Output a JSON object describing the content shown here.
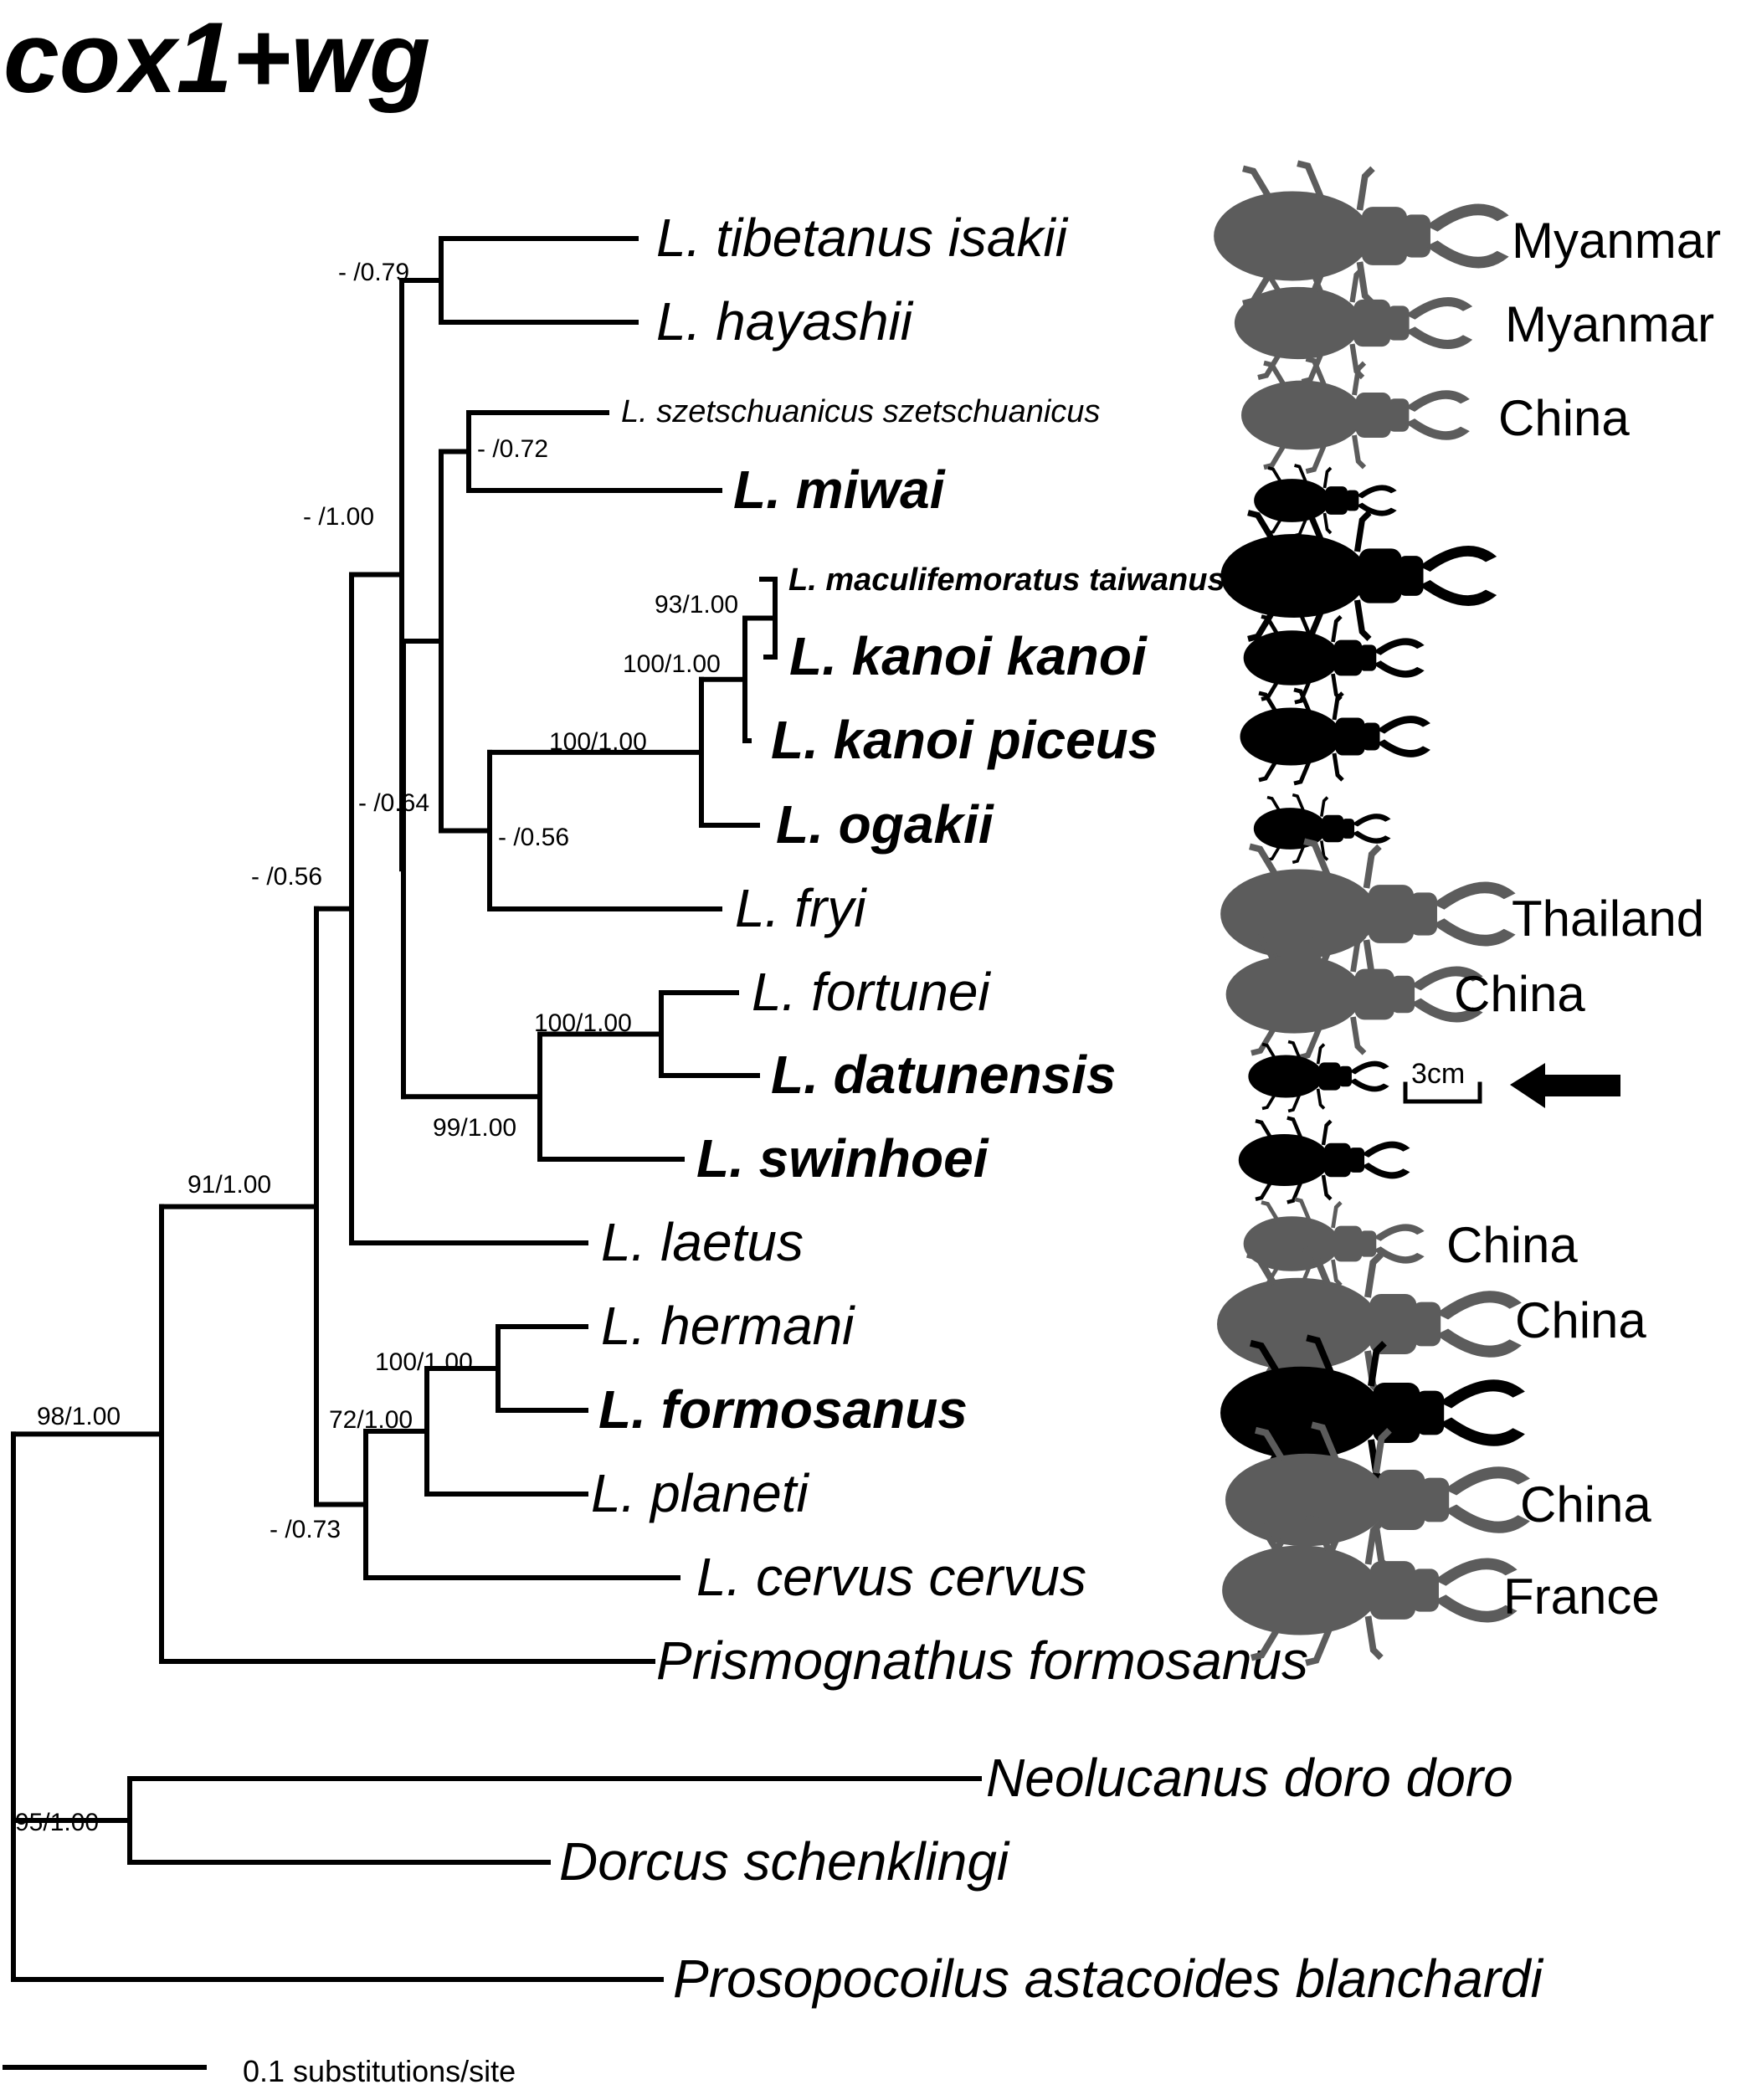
{
  "title": "cox1+wg",
  "taxa": [
    {
      "id": "t1",
      "label": "L. tibetanus isakii",
      "country": "Myanmar",
      "bold": false,
      "small": false,
      "color": "#5c5c5c"
    },
    {
      "id": "t2",
      "label": "L. hayashii",
      "country": "Myanmar",
      "bold": false,
      "small": false,
      "color": "#5c5c5c"
    },
    {
      "id": "t3",
      "label": "L. szetschuanicus szetschuanicus",
      "country": "China",
      "bold": false,
      "small": true,
      "color": "#5c5c5c"
    },
    {
      "id": "t4",
      "label": "L. miwai",
      "country": "",
      "bold": true,
      "small": false,
      "color": "#000000"
    },
    {
      "id": "t5",
      "label": "L. maculifemoratus taiwanus",
      "country": "",
      "bold": true,
      "small": true,
      "color": "#000000"
    },
    {
      "id": "t6",
      "label": "L. kanoi kanoi",
      "country": "",
      "bold": true,
      "small": false,
      "color": "#000000"
    },
    {
      "id": "t7",
      "label": "L. kanoi piceus",
      "country": "",
      "bold": true,
      "small": false,
      "color": "#000000"
    },
    {
      "id": "t8",
      "label": "L. ogakii",
      "country": "",
      "bold": true,
      "small": false,
      "color": "#000000"
    },
    {
      "id": "t9",
      "label": "L. fryi",
      "country": "Thailand",
      "bold": false,
      "small": false,
      "color": "#5c5c5c"
    },
    {
      "id": "t10",
      "label": "L. fortunei",
      "country": "China",
      "bold": false,
      "small": false,
      "color": "#5c5c5c"
    },
    {
      "id": "t11",
      "label": "L. datunensis",
      "country": "",
      "bold": true,
      "small": false,
      "color": "#000000"
    },
    {
      "id": "t12",
      "label": "L. swinhoei",
      "country": "",
      "bold": true,
      "small": false,
      "color": "#000000"
    },
    {
      "id": "t13",
      "label": "L. laetus",
      "country": "China",
      "bold": false,
      "small": false,
      "color": "#5c5c5c"
    },
    {
      "id": "t14",
      "label": "L. hermani",
      "country": "China",
      "bold": false,
      "small": false,
      "color": "#5c5c5c"
    },
    {
      "id": "t15",
      "label": "L. formosanus",
      "country": "",
      "bold": true,
      "small": false,
      "color": "#000000"
    },
    {
      "id": "t16",
      "label": "L. planeti",
      "country": "China",
      "bold": false,
      "small": false,
      "color": "#5c5c5c"
    },
    {
      "id": "t17",
      "label": "L. cervus cervus",
      "country": "France",
      "bold": false,
      "small": false,
      "color": "#5c5c5c"
    },
    {
      "id": "t18",
      "label": "Prismognathus formosanus",
      "country": "",
      "bold": false,
      "small": false,
      "color": ""
    },
    {
      "id": "t19",
      "label": "Neolucanus doro doro",
      "country": "",
      "bold": false,
      "small": false,
      "color": ""
    },
    {
      "id": "t20",
      "label": "Dorcus schenklingi",
      "country": "",
      "bold": false,
      "small": false,
      "color": ""
    },
    {
      "id": "t21",
      "label": "Prosopocoilus astacoides blanchardi",
      "country": "",
      "bold": false,
      "small": false,
      "color": ""
    }
  ],
  "support_values": [
    "98/1.00",
    "95/1.00",
    "91/1.00",
    "- /0.56",
    "- /1.00",
    "- /0.79",
    "- /0.64",
    "- /0.72",
    "- /0.56",
    "100/1.00",
    "100/1.00",
    "93/1.00",
    "99/1.00",
    "100/1.00",
    "- /0.73",
    "72/1.00",
    "100/1.00"
  ],
  "scale_bar": {
    "label": "0.1 substitutions/site"
  },
  "body_scale": {
    "label": "3cm"
  },
  "arrow": {
    "target": "L. datunensis",
    "icon": "left-arrow-icon"
  },
  "colors": {
    "line": "#000000",
    "taiwan_specimen": "#000000",
    "other_specimen": "#5c5c5c"
  }
}
